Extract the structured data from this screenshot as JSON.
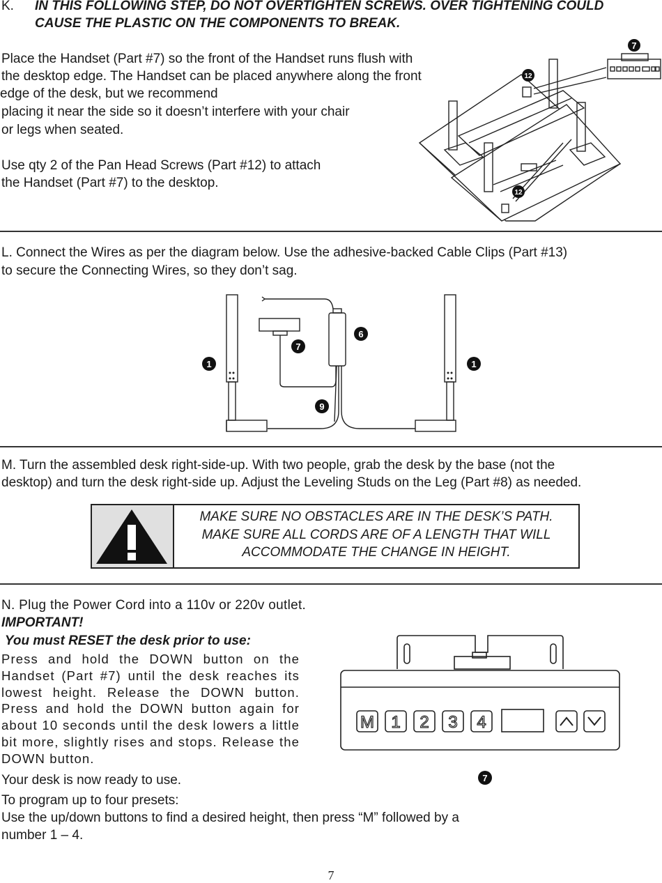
{
  "step_k": {
    "letter": "K.",
    "warning_line1": "IN THIS FOLLOWING STEP, DO NOT OVERTIGHTEN SCREWS. OVER TIGHTENING COULD",
    "warning_line2": "CAUSE THE PLASTIC ON THE COMPONENTS TO BREAK.",
    "para1": [
      "Place the Handset (Part #7) so the front of the Handset runs flush with",
      "the desktop edge. The Handset can be placed anywhere along the front",
      "edge of the desk, but we recommend",
      "placing it near the side so it doesn’t interfere with your chair",
      "or legs when seated."
    ],
    "para2": [
      "Use qty 2 of the  Pan Head Screws (Part #12) to attach",
      "the Handset  (Part #7) to the desktop."
    ],
    "callout_7": "7",
    "callout_12": "12"
  },
  "step_l": {
    "line1": "L.      Connect the Wires as per the diagram below. Use the adhesive-backed Cable Clips (Part #13)",
    "line2": "to secure the Connecting Wires, so they don’t sag.",
    "callout_1": "1",
    "callout_6": "6",
    "callout_7": "7",
    "callout_9": "9"
  },
  "step_m": {
    "line1": "M.     Turn the assembled desk right-side-up. With two people, grab the desk by the base (not the",
    "line2": "desktop) and turn the desk right-side up. Adjust the Leveling Studs on the  Leg (Part #8) as needed.",
    "warning": [
      "MAKE SURE NO OBSTACLES ARE IN THE DESK’S PATH.",
      "MAKE SURE ALL CORDS ARE OF A LENGTH THAT WILL",
      "ACCOMMODATE THE CHANGE IN HEIGHT."
    ],
    "warning_icon": "exclamation-triangle-icon"
  },
  "step_n": {
    "line1": "N. Plug the Power Cord into a 110v or 220v outlet.",
    "important": "IMPORTANT!",
    "reset": " You must RESET the desk prior to use:",
    "reset_body": "Press and hold the DOWN button on the Handset (Part #7) until the desk reaches its lowest height. Release the DOWN button. Press and hold the DOWN button again for about 10 seconds until the desk lowers a little bit more, slightly rises and stops. Release the DOWN button.",
    "ready": "Your desk is now ready to use.",
    "program1": "To program up to four presets:",
    "program2": "Use the up/down buttons to find a desired height, then press “M” followed by a",
    "program3": "number 1 – 4.",
    "handset_buttons": [
      "M",
      "1",
      "2",
      "3",
      "4"
    ],
    "callout_7": "7"
  },
  "page_number": "7"
}
